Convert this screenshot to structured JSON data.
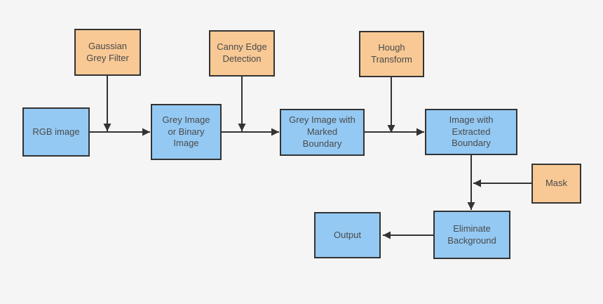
{
  "diagram": {
    "colors": {
      "background": "#f5f5f5",
      "node_border": "#333333",
      "stage_fill": "#94c9f3",
      "operation_fill": "#f8c995",
      "arrow": "#333333",
      "text": "#4a4a4a"
    },
    "nodes": [
      {
        "id": "gaussian-grey-filter",
        "kind": "operation",
        "label": "Gaussian Grey Filter",
        "lines": [
          "Gaussian",
          "Grey Filter"
        ]
      },
      {
        "id": "canny-edge-detection",
        "kind": "operation",
        "label": "Canny Edge Detection",
        "lines": [
          "Canny Edge",
          "Detection"
        ]
      },
      {
        "id": "hough-transform",
        "kind": "operation",
        "label": "Hough Transform",
        "lines": [
          "Hough",
          "Transform"
        ]
      },
      {
        "id": "mask",
        "kind": "operation",
        "label": "Mask",
        "lines": [
          "Mask"
        ]
      },
      {
        "id": "rgb-image",
        "kind": "stage",
        "label": "RGB image",
        "lines": [
          "RGB image"
        ]
      },
      {
        "id": "grey-or-binary-image",
        "kind": "stage",
        "label": "Grey Image or Binary Image",
        "lines": [
          "Grey Image",
          "or Binary",
          "Image"
        ]
      },
      {
        "id": "grey-image-marked-boundary",
        "kind": "stage",
        "label": "Grey Image with Marked Boundary",
        "lines": [
          "Grey Image with",
          "Marked",
          "Boundary"
        ]
      },
      {
        "id": "image-extracted-boundary",
        "kind": "stage",
        "label": "Image with Extracted Boundary",
        "lines": [
          "Image with",
          "Extracted",
          "Boundary"
        ]
      },
      {
        "id": "output",
        "kind": "stage",
        "label": "Output",
        "lines": [
          "Output"
        ]
      },
      {
        "id": "eliminate-background",
        "kind": "stage",
        "label": "Eliminate Background",
        "lines": [
          "Eliminate",
          "Background"
        ]
      }
    ],
    "edges": [
      {
        "from": "gaussian-grey-filter",
        "to": "grey-or-binary-image"
      },
      {
        "from": "rgb-image",
        "to": "grey-or-binary-image"
      },
      {
        "from": "canny-edge-detection",
        "to": "grey-image-marked-boundary"
      },
      {
        "from": "grey-or-binary-image",
        "to": "grey-image-marked-boundary"
      },
      {
        "from": "hough-transform",
        "to": "image-extracted-boundary"
      },
      {
        "from": "grey-image-marked-boundary",
        "to": "image-extracted-boundary"
      },
      {
        "from": "image-extracted-boundary",
        "to": "eliminate-background"
      },
      {
        "from": "mask",
        "to": "eliminate-background"
      },
      {
        "from": "eliminate-background",
        "to": "output"
      }
    ]
  }
}
